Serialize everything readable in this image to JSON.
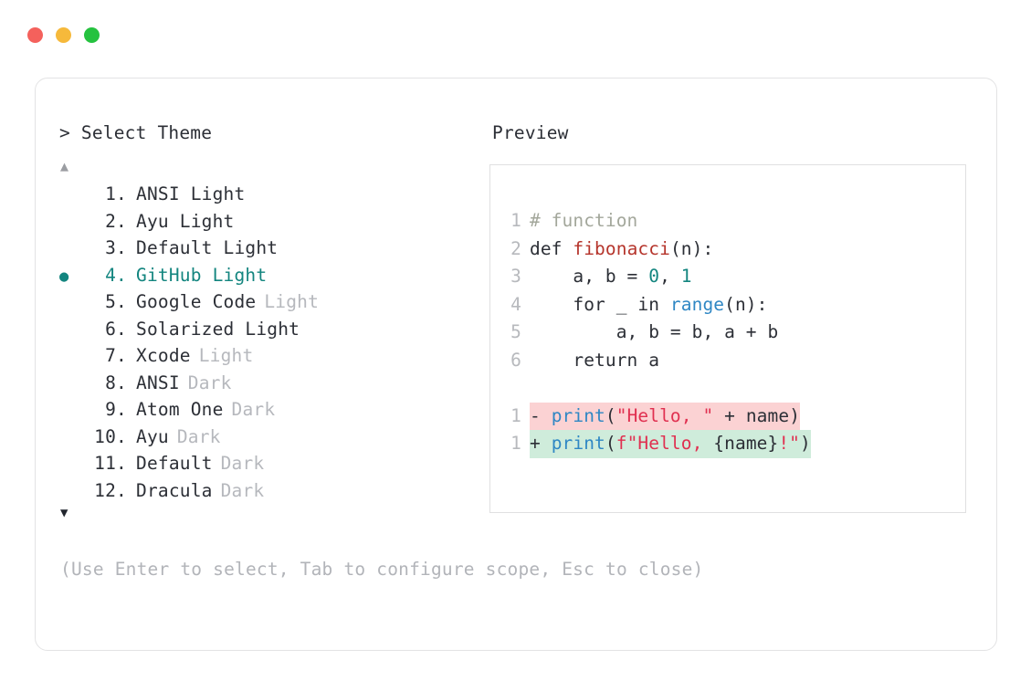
{
  "window": {
    "traffic_lights": [
      {
        "name": "close",
        "color": "#f4615c"
      },
      {
        "name": "minimize",
        "color": "#f6b93b"
      },
      {
        "name": "zoom",
        "color": "#25c23f"
      }
    ]
  },
  "selector": {
    "prompt": "> Select Theme",
    "scroll_up": "▲",
    "scroll_down": "▼",
    "selected_marker": "●",
    "hint": "(Use Enter to select, Tab to configure scope, Esc to close)",
    "accent_color": "#13857f",
    "items": [
      {
        "num": " 1.",
        "name": "ANSI Light",
        "variant": "",
        "selected": false
      },
      {
        "num": " 2.",
        "name": "Ayu Light",
        "variant": "",
        "selected": false
      },
      {
        "num": " 3.",
        "name": "Default Light",
        "variant": "",
        "selected": false
      },
      {
        "num": " 4.",
        "name": "GitHub Light",
        "variant": "",
        "selected": true
      },
      {
        "num": " 5.",
        "name": "Google Code",
        "variant": "Light",
        "selected": false
      },
      {
        "num": " 6.",
        "name": "Solarized Light",
        "variant": "",
        "selected": false
      },
      {
        "num": " 7.",
        "name": "Xcode",
        "variant": "Light",
        "selected": false
      },
      {
        "num": " 8.",
        "name": "ANSI",
        "variant": "Dark",
        "selected": false
      },
      {
        "num": " 9.",
        "name": "Atom One",
        "variant": "Dark",
        "selected": false
      },
      {
        "num": "10.",
        "name": "Ayu",
        "variant": "Dark",
        "selected": false
      },
      {
        "num": "11.",
        "name": "Default",
        "variant": "Dark",
        "selected": false
      },
      {
        "num": "12.",
        "name": "Dracula",
        "variant": "Dark",
        "selected": false
      }
    ]
  },
  "preview": {
    "label": "Preview",
    "code_lines": [
      {
        "gutter": "1",
        "text": "# function"
      },
      {
        "gutter": "2",
        "text": "def fibonacci(n):"
      },
      {
        "gutter": "3",
        "text": "    a, b = 0, 1"
      },
      {
        "gutter": "4",
        "text": "    for _ in range(n):"
      },
      {
        "gutter": "5",
        "text": "        a, b = b, a + b"
      },
      {
        "gutter": "6",
        "text": "    return a"
      }
    ],
    "diff_lines": [
      {
        "gutter": "1",
        "sign": "-",
        "text": "print(\"Hello, \" + name)",
        "kind": "deleted",
        "bg": "#fbd2d3"
      },
      {
        "gutter": "1",
        "sign": "+",
        "text": "print(f\"Hello, {name}!\")",
        "kind": "added",
        "bg": "#cfecdb"
      }
    ]
  }
}
